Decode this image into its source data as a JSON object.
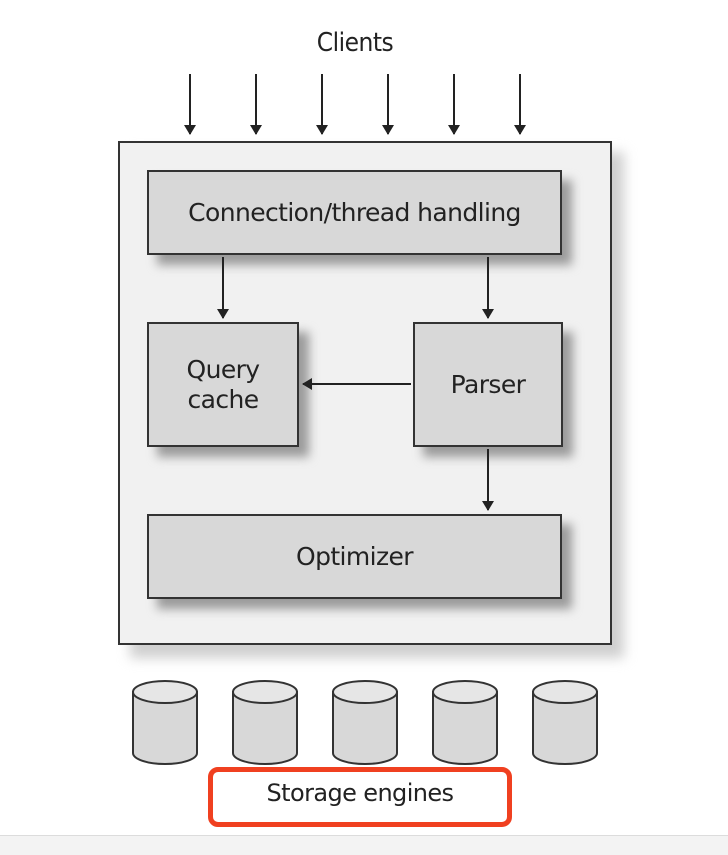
{
  "diagram": {
    "clients_label": "Clients",
    "components": {
      "connection": "Connection/thread handling",
      "query_cache": "Query\ncache",
      "parser": "Parser",
      "optimizer": "Optimizer"
    },
    "storage_label": "Storage engines",
    "client_count": 6,
    "storage_engine_count": 5,
    "colors": {
      "box_fill": "#d8d8d8",
      "server_fill": "#f1f1f1",
      "highlight": "#f04020"
    }
  }
}
